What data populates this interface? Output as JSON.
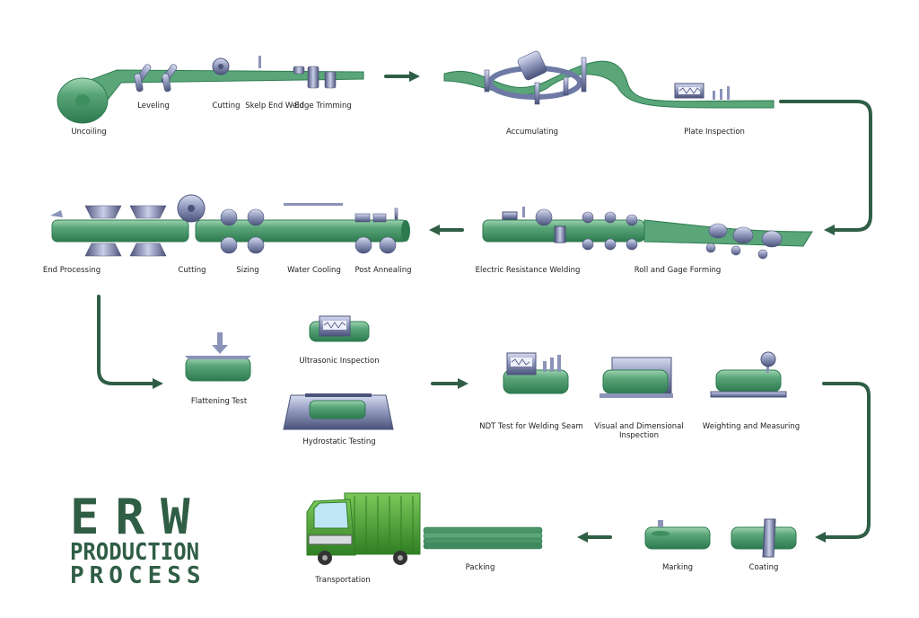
{
  "title": {
    "line1": "ERW",
    "line2": "PRODUCTION",
    "line3": "PROCESS"
  },
  "colors": {
    "pipe": "#5aa679",
    "pipe_dark": "#2e7a50",
    "metal": "#8b93b8",
    "arrow": "#2f5e45",
    "truck": "#3c9a2e"
  },
  "steps": {
    "uncoiling": "Uncoiling",
    "leveling": "Leveling",
    "cutting_1": "Cutting",
    "skelp_end_weld": "Skelp End Weld",
    "edge_trimming": "Edge Trimming",
    "accumulating": "Accumulating",
    "plate_inspection": "Plate Inspection",
    "end_processing": "End Processing",
    "cutting_2": "Cutting",
    "sizing": "Sizing",
    "water_cooling": "Water Cooling",
    "post_annealing": "Post Annealing",
    "electric_resistance_welding": "Electric Resistance Welding",
    "roll_and_gage_forming": "Roll and Gage Forming",
    "ultrasonic_inspection": "Ultrasonic Inspection",
    "flattening_test": "Flattening Test",
    "hydrostatic_testing": "Hydrostatic Testing",
    "ndt_test": "NDT Test for Welding Seam",
    "visual_dimensional": "Visual and Dimensional Inspection",
    "weighting_measuring": "Weighting and Measuring",
    "transportation": "Transportation",
    "packing": "Packing",
    "marking": "Marking",
    "coating": "Coating"
  }
}
